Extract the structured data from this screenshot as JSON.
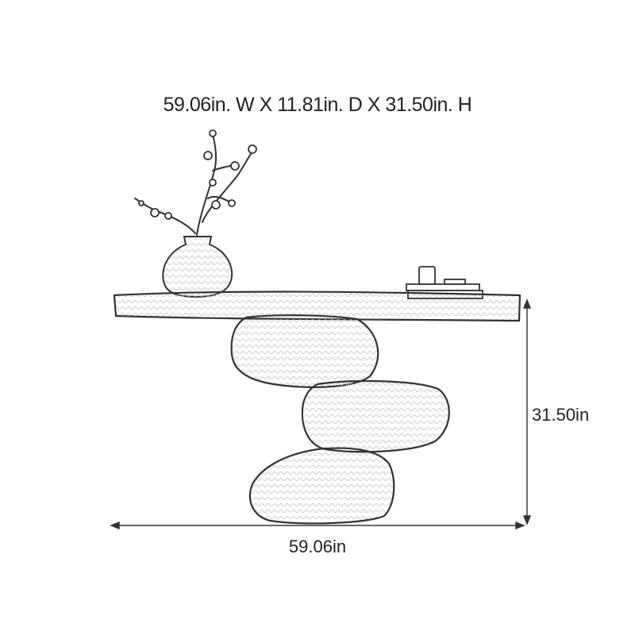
{
  "diagram": {
    "title": "59.06in. W X 11.81in. D X 31.50in. H",
    "width_label": "59.06in",
    "height_label": "31.50in",
    "line_color": "#333333"
  }
}
